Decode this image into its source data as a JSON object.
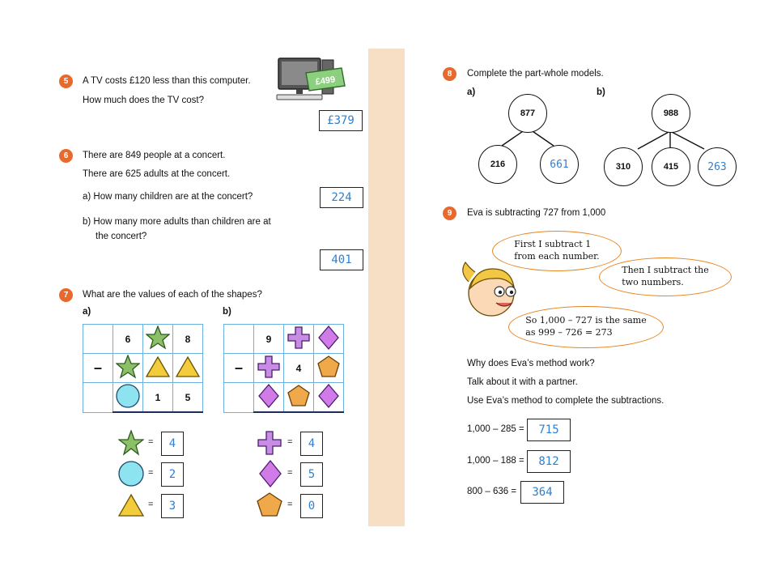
{
  "q5": {
    "num": "5",
    "line1": "A TV costs £120 less than this computer.",
    "line2": "How much does the TV cost?",
    "price_tag": "£499",
    "answer": "£379"
  },
  "q6": {
    "num": "6",
    "line1": "There are 849 people at a concert.",
    "line2": "There are 625 adults at the concert.",
    "a_label": "a) How many children are at the concert?",
    "a_answer": "224",
    "b_label1": "b) How many more adults than children are at",
    "b_label2": "the concert?",
    "b_answer": "401"
  },
  "q7": {
    "num": "7",
    "title": "What are the values of each of the shapes?",
    "part_a": "a)",
    "part_b": "b)",
    "a_grid": {
      "r1c2": "6",
      "r1c4": "8",
      "op": "–",
      "r3c3": "1",
      "r3c4": "5"
    },
    "b_grid": {
      "r1c2": "9",
      "op": "–",
      "r2c3": "4"
    },
    "a_answers": {
      "star": "4",
      "circle": "2",
      "triangle": "3"
    },
    "b_answers": {
      "cross": "4",
      "diamond": "5",
      "pentagon": "0"
    },
    "equals": "="
  },
  "q8": {
    "num": "8",
    "title": "Complete the part-whole models.",
    "part_a": "a)",
    "part_b": "b)",
    "a": {
      "whole": "877",
      "part1": "216",
      "part2": "661"
    },
    "b": {
      "whole": "988",
      "part1": "310",
      "part2": "415",
      "part3": "263"
    }
  },
  "q9": {
    "num": "9",
    "title": "Eva is subtracting 727 from 1,000",
    "bubble1_l1": "First I subtract 1",
    "bubble1_l2": "from each number.",
    "bubble2_l1": "Then I subtract the",
    "bubble2_l2": "two numbers.",
    "bubble3_l1": "So 1,000 – 727 is the same",
    "bubble3_l2": "as 999 – 726 = 273",
    "prompt1": "Why does Eva’s method work?",
    "prompt2": "Talk about it with a partner.",
    "prompt3": "Use Eva’s method to complete the subtractions.",
    "sub1": "1,000 – 285 =",
    "ans1": "715",
    "sub2": "1,000 – 188 =",
    "ans2": "812",
    "sub3": "800 – 636 =",
    "ans3": "364"
  },
  "colors": {
    "number_badge": "#e8692e",
    "answer_ink": "#2f7fd0",
    "grid_line": "#6ab0e0",
    "bubble_border": "#e8841f",
    "star": "#8cc068",
    "triangle": "#f2cc3a",
    "circle": "#8ee3f0",
    "cross": "#c98ce6",
    "diamond": "#d07be8",
    "pentagon": "#f0a94a"
  }
}
